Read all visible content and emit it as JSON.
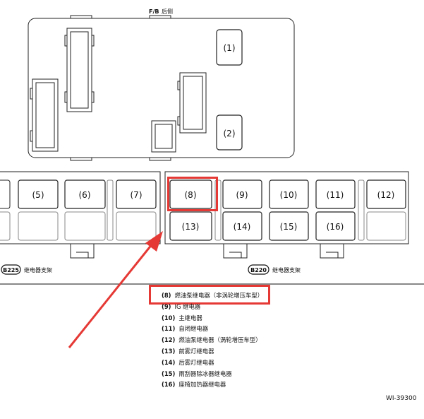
{
  "header": {
    "fb_label": "F/B",
    "fb_side": "后侧"
  },
  "upper_relays": [
    "(1)",
    "(2)"
  ],
  "left_bracket": {
    "code": "B225",
    "caption": "继电器支架",
    "relays": [
      "(5)",
      "(6)",
      "(7)"
    ]
  },
  "right_bracket": {
    "code": "B220",
    "caption": "继电器支架",
    "top_row": [
      "(8)",
      "(9)",
      "(10)",
      "(11)",
      "(12)"
    ],
    "bottom_row": [
      "(13)",
      "(14)",
      "(15)",
      "(16)"
    ]
  },
  "legend": [
    {
      "num": "(8)",
      "text": "燃油泵继电器（非涡轮增压车型）"
    },
    {
      "num": "(9)",
      "text": "IG 继电器"
    },
    {
      "num": "(10)",
      "text": "主继电器"
    },
    {
      "num": "(11)",
      "text": "自闭继电器"
    },
    {
      "num": "(12)",
      "text": "燃油泵继电器（涡轮增压车型）"
    },
    {
      "num": "(13)",
      "text": "前雾灯继电器"
    },
    {
      "num": "(14)",
      "text": "后雾灯继电器"
    },
    {
      "num": "(15)",
      "text": "雨刮器除冰器继电器"
    },
    {
      "num": "(16)",
      "text": "座椅加热器继电器"
    }
  ],
  "figure_id": "WI-39300",
  "highlight_color": "#e53935"
}
